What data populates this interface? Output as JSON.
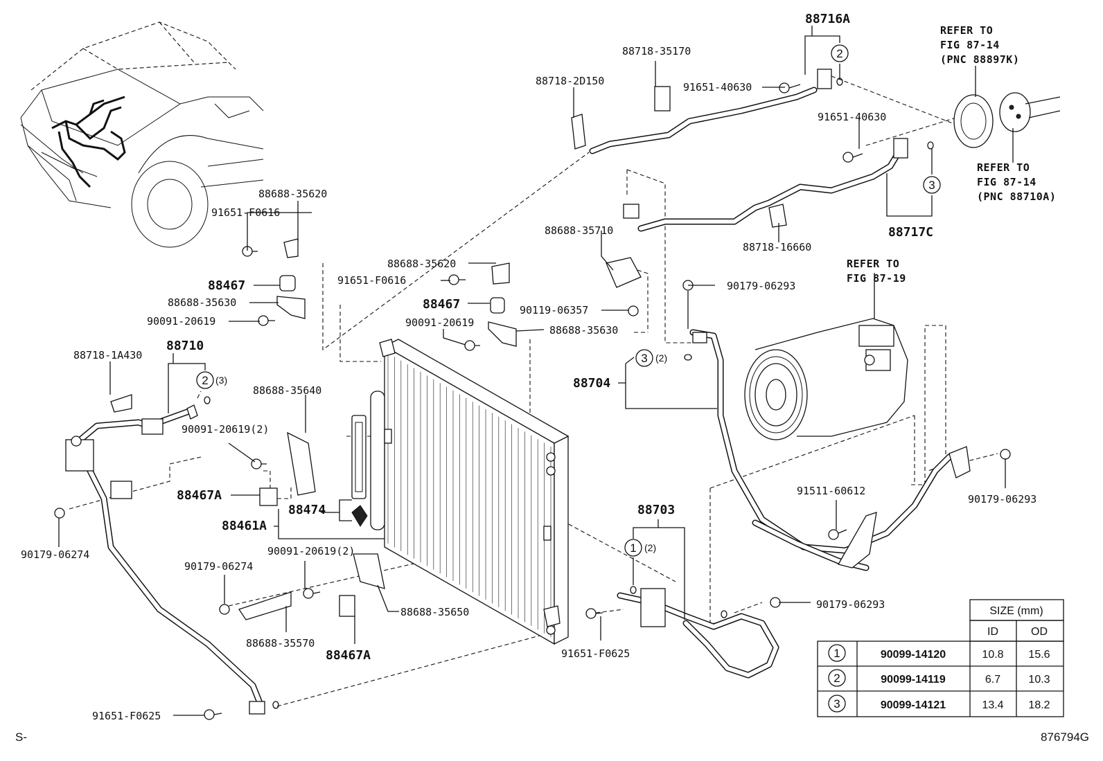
{
  "labels": {
    "p88716A": "88716A",
    "p88718_35170": "88718-35170",
    "p91651_40630_a": "91651-40630",
    "p88718_2D150": "88718-2D150",
    "p91651_40630_b": "91651-40630",
    "p88717C": "88717C",
    "p88718_16660": "88718-16660",
    "p88688_35710": "88688-35710",
    "p88688_35620_a": "88688-35620",
    "p91651_F0616_a": "91651-F0616",
    "p88467_a": "88467",
    "p88688_35630_a": "88688-35630",
    "p90091_20619_a": "90091-20619",
    "p88710": "88710",
    "p88718_1A430": "88718-1A430",
    "p88688_35620_b": "88688-35620",
    "p91651_F0616_b": "91651-F0616",
    "p88467_b": "88467",
    "p90119_06357": "90119-06357",
    "p90091_20619_b": "90091-20619",
    "p88688_35630_b": "88688-35630",
    "p90179_06293_a": "90179-06293",
    "p88704": "88704",
    "p88688_35640": "88688-35640",
    "p90091_20619_2a": "90091-20619(2)",
    "p88467A_a": "88467A",
    "p88474": "88474",
    "p88461A": "88461A",
    "p90179_06274_a": "90179-06274",
    "p90091_20619_2b": "90091-20619(2)",
    "p90179_06274_b": "90179-06274",
    "p88688_35650": "88688-35650",
    "p88688_35570": "88688-35570",
    "p88467A_b": "88467A",
    "p91651_F0625_a": "91651-F0625",
    "p88703": "88703",
    "p91651_F0625_b": "91651-F0625",
    "p91511_60612": "91511-60612",
    "p90179_06293_b": "90179-06293",
    "p90179_06293_c": "90179-06293"
  },
  "refer_notes": {
    "top": [
      "REFER TO",
      "FIG 87-14",
      "(PNC 88897K)"
    ],
    "mid": [
      "REFER TO",
      "FIG 87-14",
      "(PNC 88710A)"
    ],
    "compressor": [
      "REFER TO",
      "FIG 87-19"
    ]
  },
  "circle_refs": {
    "c2_top": "2",
    "c3_right": "3",
    "c2_88710": "2",
    "c2_88710_qty": "(3)",
    "c3_88704": "3",
    "c3_88704_qty": "(2)",
    "c1_88703": "1",
    "c1_88703_qty": "(2)"
  },
  "corner_text": {
    "left": "S-",
    "right": "876794G"
  },
  "size_table": {
    "header": "SIZE (mm)",
    "col_id": "ID",
    "col_od": "OD",
    "rows": [
      {
        "ref": "1",
        "part": "90099-14120",
        "id": "10.8",
        "od": "15.6"
      },
      {
        "ref": "2",
        "part": "90099-14119",
        "id": "6.7",
        "od": "10.3"
      },
      {
        "ref": "3",
        "part": "90099-14121",
        "id": "13.4",
        "od": "18.2"
      }
    ]
  }
}
